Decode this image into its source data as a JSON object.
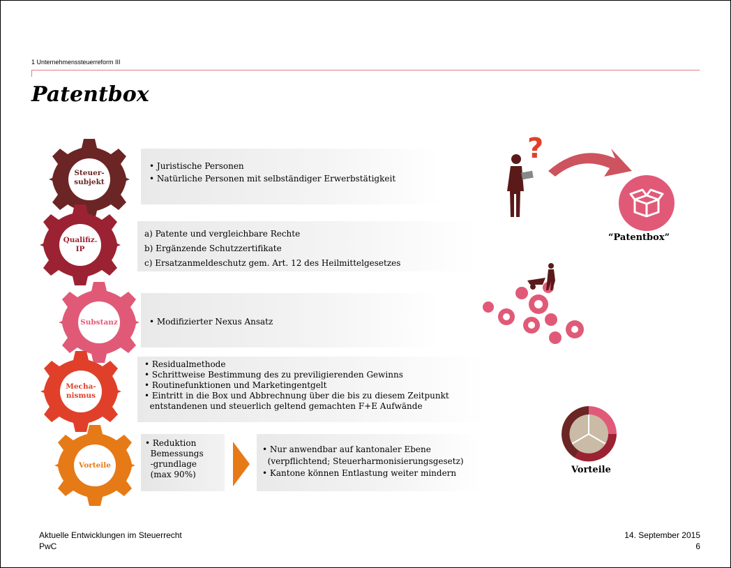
{
  "header": {
    "section": "1 Unternehmenssteuerreform III",
    "title": "Patentbox"
  },
  "colors": {
    "steuer": "#6b2525",
    "qualif": "#9b2232",
    "substanz": "#e05a78",
    "mechanismus": "#e0402a",
    "vorteile": "#e67a17",
    "accent": "#e07b8a"
  },
  "rows": [
    {
      "gear": "Steuer-\nsubjekt",
      "bullets": [
        "• Juristische Personen",
        "• Natürliche Personen mit selbständiger Erwerbstätigkeit"
      ]
    },
    {
      "gear": "Qualifiz.\nIP",
      "bullets": [
        "a)  Patente und vergleichbare Rechte",
        "b)  Ergänzende Schutzzertifikate",
        "c)  Ersatzanmeldeschutz gem. Art. 12 des Heilmittelgesetzes"
      ]
    },
    {
      "gear": "Substanz",
      "bullets": [
        "• Modifizierter Nexus Ansatz"
      ]
    },
    {
      "gear": "Mecha-\nnismus",
      "bullets": [
        "• Residualmethode",
        "• Schrittweise Bestimmung des zu previligierenden Gewinns",
        "• Routinefunktionen und Marketingentgelt",
        "• Eintritt in die Box und Abbrechnung über die bis zu diesem Zeitpunkt",
        "  entstandenen und steuerlich geltend gemachten F+E Aufwände"
      ]
    },
    {
      "gear": "Vorteile",
      "bullets_left": [
        "• Reduktion",
        "  Bemessungs",
        "  -grundlage",
        "  (max 90%)"
      ],
      "bullets_right": [
        "• Nur anwendbar auf kantonaler Ebene",
        "  (verpflichtend; Steuerharmonisierungsgesetz)",
        "• Kantone können Entlastung weiter mindern"
      ]
    }
  ],
  "right": {
    "patentbox_caption": "“Patentbox”",
    "vorteile_caption": "Vorteile",
    "question_mark": "?"
  },
  "footer": {
    "left_line1": "Aktuelle Entwicklungen im Steuerrecht",
    "left_line2": "PwC",
    "date": "14. September 2015",
    "page": "6"
  }
}
